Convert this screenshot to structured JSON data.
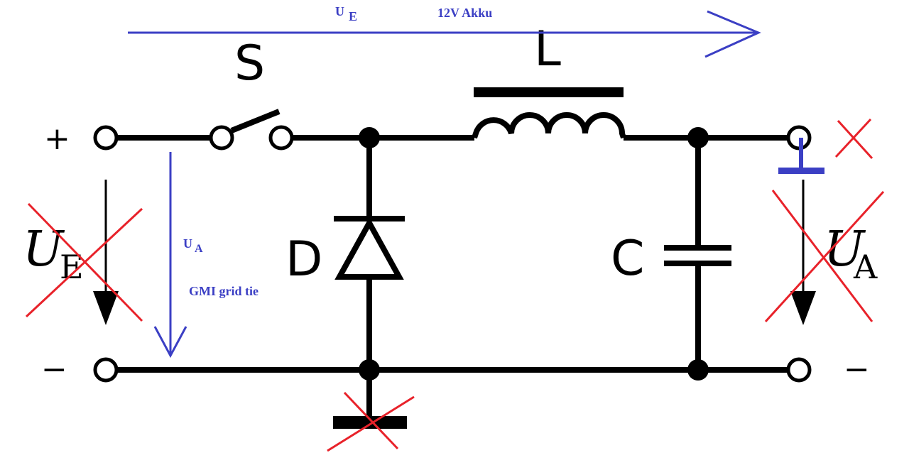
{
  "circuit": {
    "plus_left": "+",
    "minus_left": "−",
    "minus_right": "−",
    "switch_label": "S",
    "inductor_label": "L",
    "diode_label": "D",
    "capacitor_label": "C",
    "ue_left": {
      "main": "U",
      "sub": "E"
    },
    "ua_right": {
      "main": "U",
      "sub": "A"
    }
  },
  "annotations": {
    "top_arrow": {
      "main": "U",
      "sub": "E",
      "note": "12V Akku"
    },
    "left_arrow": {
      "main": "U",
      "sub": "A",
      "note": "GMI grid tie"
    }
  },
  "colors": {
    "wire": "#000000",
    "strike": "#e8222a",
    "annotation": "#3b3fc4"
  }
}
